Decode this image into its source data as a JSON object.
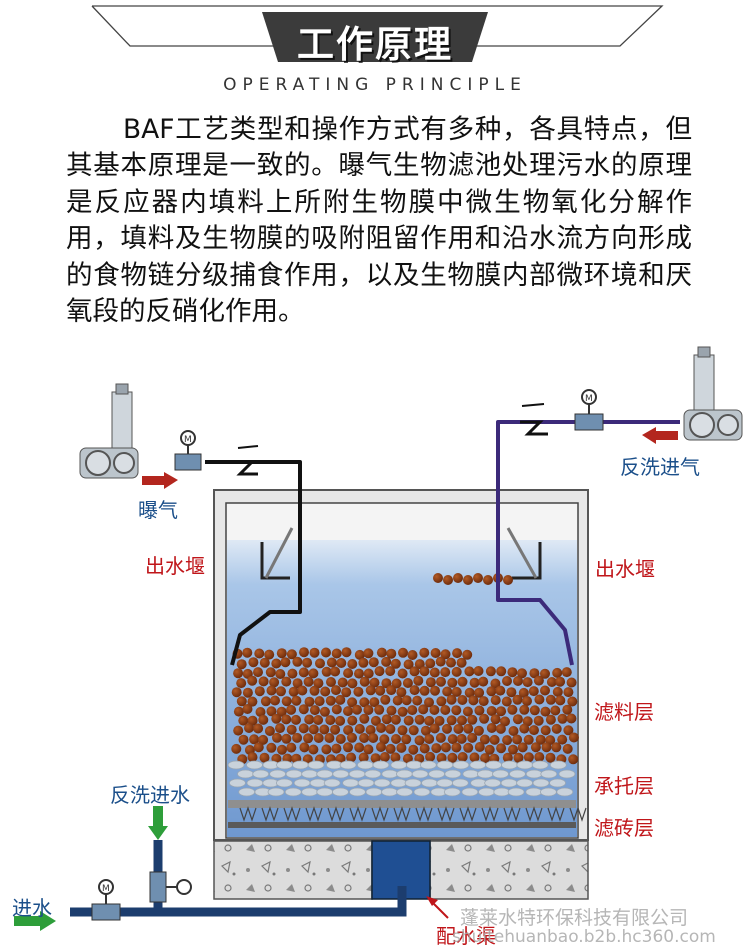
{
  "header": {
    "title": "工作原理",
    "subtitle": "OPERATING PRINCIPLE"
  },
  "intro": {
    "paragraph": "BAF工艺类型和操作方式有多种，各具特点，但其基本原理是一致的。曝气生物滤池处理污水的原理是反应器内填料上所附生物膜中微生物氧化分解作用，填料及生物膜的吸附阻留作用和沿水流方向形成的食物链分级捕食作用，以及生物膜内部微环境和厌氧段的反硝化作用。"
  },
  "diagram": {
    "labels": {
      "aeration": "曝气",
      "backwash_air": "反洗进气",
      "weir_left": "出水堰",
      "weir_right": "出水堰",
      "filter_media": "滤料层",
      "support_layer": "承托层",
      "filter_brick": "滤砖层",
      "backwash_water": "反洗进水",
      "water_inlet": "进水",
      "distribution_channel": "配水渠"
    }
  },
  "watermark": {
    "company": "蓬莱水特环保科技有限公司",
    "url": "shuitehuanbao.b2b.hc360.com"
  },
  "colors": {
    "header_band": "#3b3b3b",
    "red_label": "#c0161a",
    "blue_label": "#1b4f8a",
    "media_brown": "#8a3b13",
    "water_blue": "#8fb3dd",
    "arrow_red": "#b3261e",
    "arrow_green": "#2e9e3a"
  }
}
